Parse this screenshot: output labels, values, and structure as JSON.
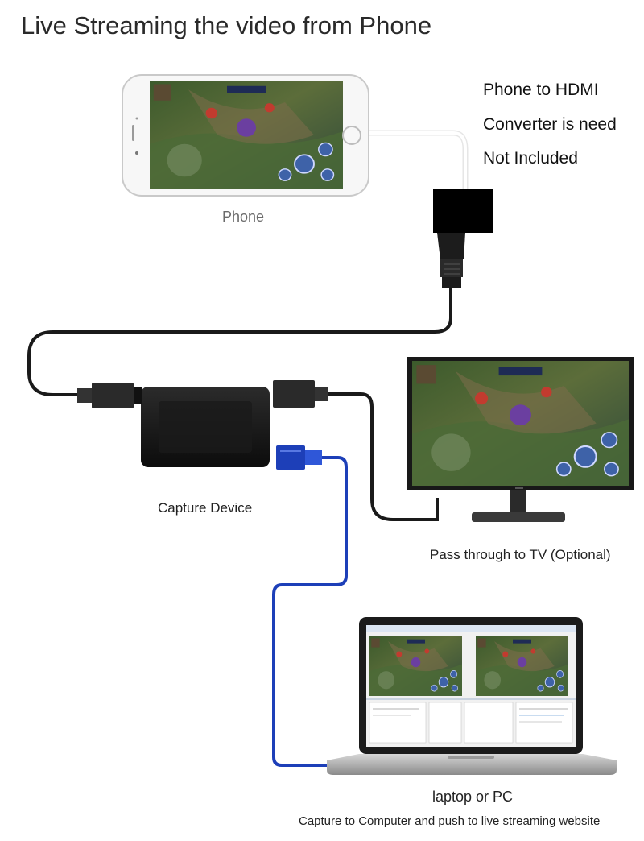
{
  "title": "Live Streaming the video from Phone",
  "converter_note": {
    "line1": "Phone to HDMI",
    "line2": "Converter is need",
    "line3": "Not Included"
  },
  "labels": {
    "phone": "Phone",
    "capture_device": "Capture Device",
    "pass_through": "Pass through to TV (Optional)",
    "laptop": "laptop or PC",
    "caption": "Capture to Computer and push to live streaming website"
  },
  "colors": {
    "hdmi_cable": "#1a1a1a",
    "usb_cable": "#1d3fb8",
    "lightning_cable": "#eeeeee"
  }
}
